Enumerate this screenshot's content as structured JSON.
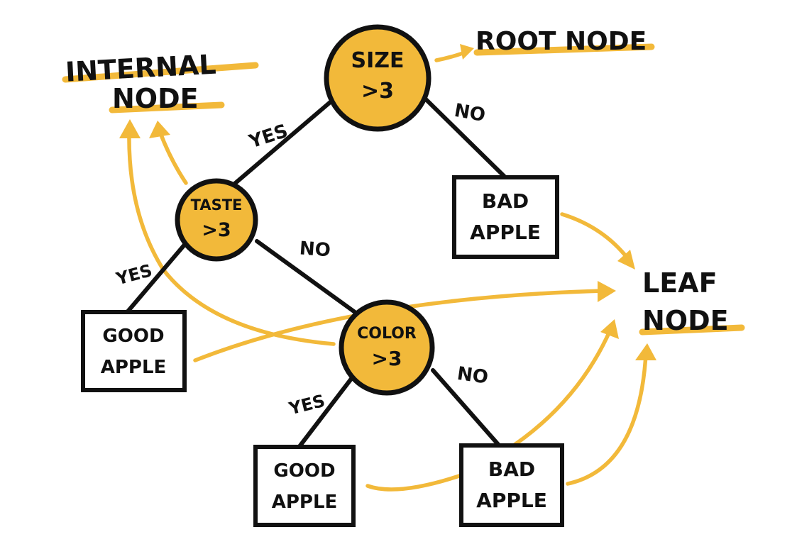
{
  "colors": {
    "accent": "#f2b93a",
    "ink": "#111111",
    "background": "#ffffff"
  },
  "labels": {
    "root_node": "ROOT NODE",
    "internal_node_line1": "INTERNAL",
    "internal_node_line2": "NODE",
    "leaf_node_line1": "LEAF",
    "leaf_node_line2": "NODE"
  },
  "nodes": {
    "root": {
      "line1": "SIZE",
      "line2": ">3"
    },
    "taste": {
      "line1": "TASTE",
      "line2": ">3"
    },
    "color": {
      "line1": "COLOR",
      "line2": ">3"
    },
    "leaf_bad_top": {
      "line1": "BAD",
      "line2": "APPLE"
    },
    "leaf_good_left": {
      "line1": "GOOD",
      "line2": "APPLE"
    },
    "leaf_good_bottom": {
      "line1": "GOOD",
      "line2": "APPLE"
    },
    "leaf_bad_bottom": {
      "line1": "BAD",
      "line2": "APPLE"
    }
  },
  "edges": {
    "root_yes": "YES",
    "root_no": "NO",
    "taste_yes": "YES",
    "taste_no": "NO",
    "color_yes": "YES",
    "color_no": "NO"
  }
}
